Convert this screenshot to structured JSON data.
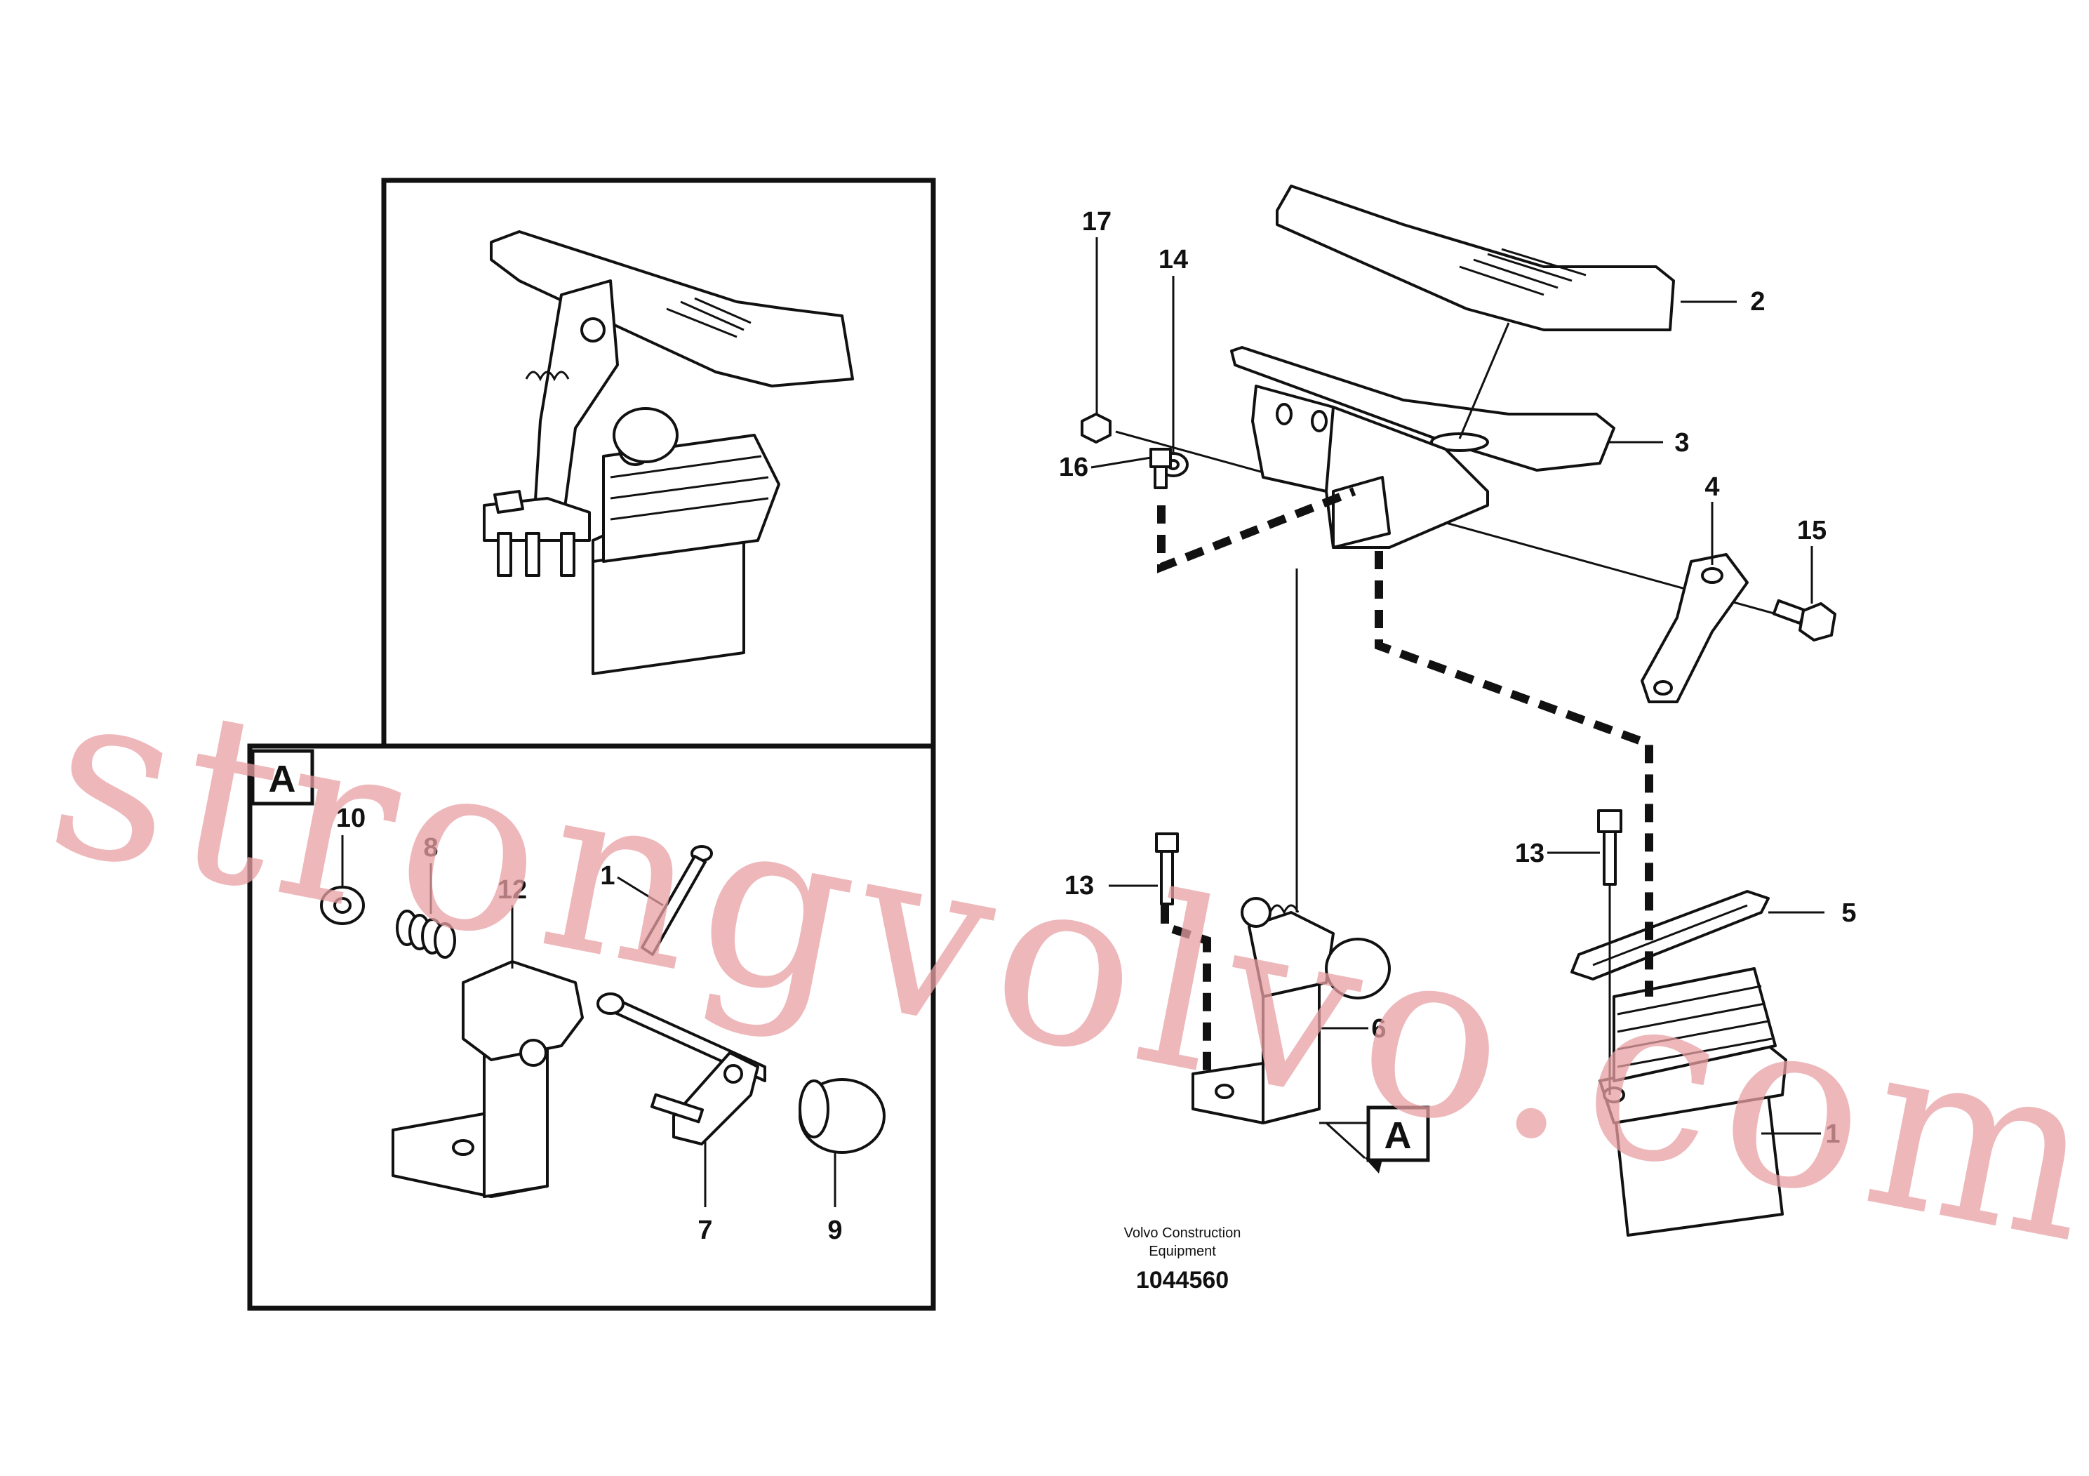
{
  "caption": {
    "line1": "Volvo Construction",
    "line2": "Equipment",
    "part_number": "1044560"
  },
  "view_labels": {
    "detail": "A",
    "pointer": "A"
  },
  "callouts": {
    "c1": "1",
    "c1_detail": "1",
    "c2": "2",
    "c3": "3",
    "c4": "4",
    "c5": "5",
    "c6": "6",
    "c7": "7",
    "c8": "8",
    "c9": "9",
    "c10": "10",
    "c12": "12",
    "c13_left": "13",
    "c13_right": "13",
    "c14": "14",
    "c15": "15",
    "c16": "16",
    "c17": "17"
  },
  "watermark": "strongvolvo.com"
}
